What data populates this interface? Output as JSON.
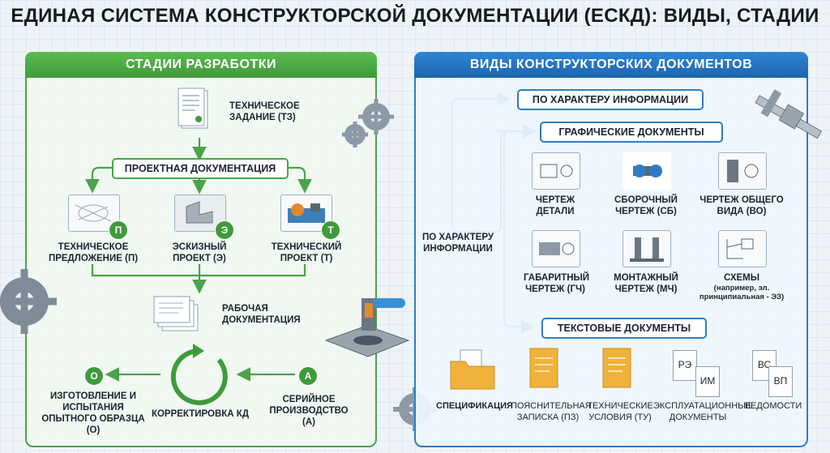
{
  "title": "ЕДИНАЯ СИСТЕМА КОНСТРУКТОРСКОЙ ДОКУМЕНТАЦИИ (ЕСКД): ВИДЫ, СТАДИИ",
  "left": {
    "header": "СТАДИИ РАЗРАБОТКИ",
    "tz": "ТЕХНИЧЕСКОЕ ЗАДАНИЕ (ТЗ)",
    "project_docs": "ПРОЕКТНАЯ ДОКУМЕНТАЦИЯ",
    "stages": [
      {
        "badge": "П",
        "label": "ТЕХНИЧЕСКОЕ ПРЕДЛОЖЕНИЕ (П)"
      },
      {
        "badge": "Э",
        "label": "ЭСКИЗНЫЙ ПРОЕКТ (Э)"
      },
      {
        "badge": "Т",
        "label": "ТЕХНИЧЕСКИЙ ПРОЕКТ (Т)"
      }
    ],
    "work_docs": "РАБОЧАЯ ДОКУМЕНТАЦИЯ",
    "cycle": [
      {
        "badge": "О",
        "label": "ИЗГОТОВЛЕНИЕ И ИСПЫТАНИЯ ОПЫТНОГО ОБРАЗЦА (О)"
      },
      {
        "label": "КОРРЕКТИРОВКА КД"
      },
      {
        "badge": "А",
        "label": "СЕРИЙНОЕ ПРОИЗВОДСТВО (А)"
      }
    ]
  },
  "right": {
    "header": "ВИДЫ КОНСТРУКТОРСКИХ ДОКУМЕНТОВ",
    "by_info": "ПО ХАРАКТЕРУ ИНФОРМАЦИИ",
    "side_label": "ПО ХАРАКТЕРУ ИНФОРМАЦИИ",
    "graphic": "ГРАФИЧЕСКИЕ ДОКУМЕНТЫ",
    "graphic_items": [
      {
        "label": "ЧЕРТЕЖ ДЕТАЛИ"
      },
      {
        "label": "СБОРОЧНЫЙ ЧЕРТЕЖ (СБ)"
      },
      {
        "label": "ЧЕРТЕЖ ОБЩЕГО ВИДА (ВО)"
      },
      {
        "label": "ГАБАРИТНЫЙ ЧЕРТЕЖ (ГЧ)"
      },
      {
        "label": "МОНТАЖНЫЙ ЧЕРТЕЖ (МЧ)"
      },
      {
        "label": "СХЕМЫ",
        "note": "(например, эл. принципиальная - ЭЗ)"
      }
    ],
    "text": "ТЕКСТОВЫЕ ДОКУМЕНТЫ",
    "text_items": [
      {
        "label": "СПЕЦИФИКАЦИЯ"
      },
      {
        "label": "ПОЯСНИТЕЛЬНАЯ ЗАПИСКА (ПЗ)"
      },
      {
        "label": "ТЕХНИЧЕСКИЕ УСЛОВИЯ (ТУ)"
      },
      {
        "label": "ЭКСПЛУАТАЦИОННЫЕ ДОКУМЕНТЫ",
        "codes": [
          "РЭ",
          "ИМ"
        ]
      },
      {
        "label": "ВЕДОМОСТИ",
        "codes": [
          "ВС",
          "ВП"
        ]
      }
    ]
  },
  "colors": {
    "green": "#4aa34a",
    "blue": "#2f7cc5"
  }
}
